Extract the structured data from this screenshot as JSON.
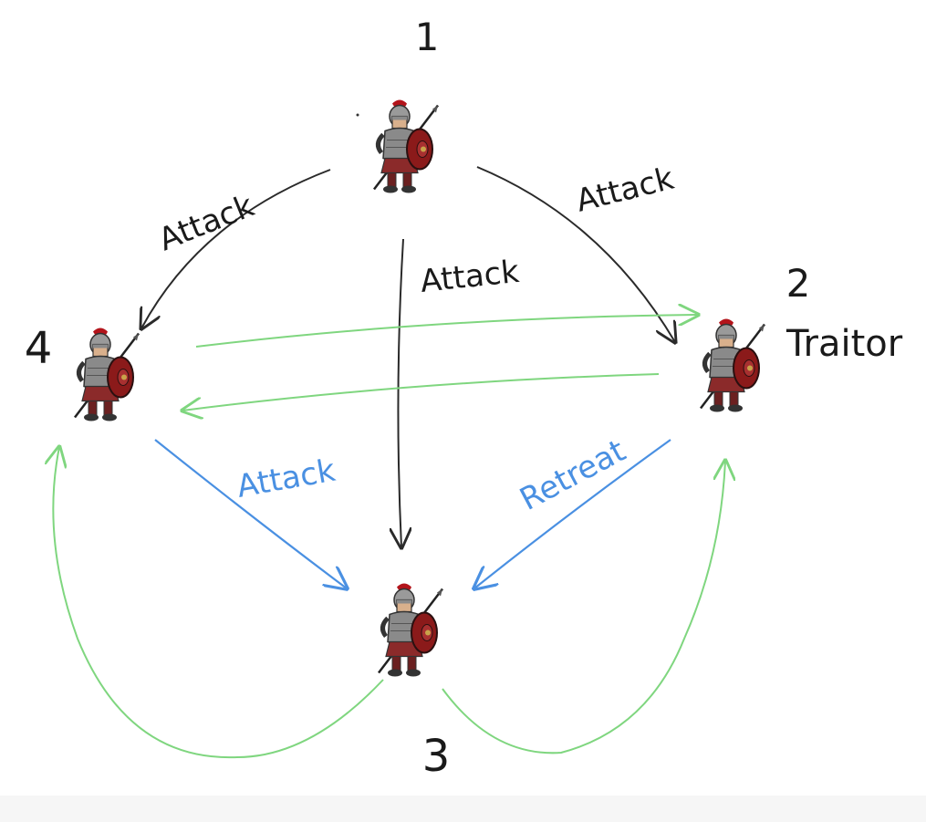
{
  "generals": [
    {
      "id": "g1",
      "number": "1",
      "role": ""
    },
    {
      "id": "g2",
      "number": "2",
      "role": "Traitor"
    },
    {
      "id": "g3",
      "number": "3",
      "role": ""
    },
    {
      "id": "g4",
      "number": "4",
      "role": ""
    }
  ],
  "messages": {
    "g1_to_g4": "Attack",
    "g1_to_g3": "Attack",
    "g1_to_g2": "Attack",
    "g4_to_g3": "Attack",
    "g2_to_g3": "Retreat"
  },
  "colors": {
    "commander_arrow": "#2a2a2a",
    "relay_arrow_blue": "#4a90e2",
    "relay_arrow_green": "#7fd67f",
    "soldier_armor": "#8a8a8a",
    "soldier_shield": "#8b1a1a",
    "soldier_plume": "#b3141b"
  },
  "icons": {
    "soldier": "roman-soldier-icon"
  }
}
